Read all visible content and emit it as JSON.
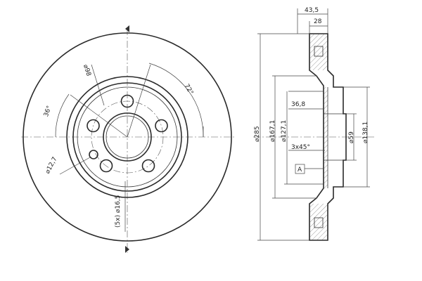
{
  "front_view": {
    "labels": {
      "pcd": "⌀98",
      "angle_72": "72°",
      "angle_36": "36°",
      "small_hole": "⌀12,7",
      "bolt_hole": "(5x) ⌀16,5"
    }
  },
  "side_view": {
    "labels": {
      "width_total": "43,5",
      "width_disc": "28",
      "hat_depth": "36,8",
      "chamfer": "3x45°",
      "datum": "A",
      "d_outer": "⌀285",
      "d_inner": "⌀167,1",
      "d_hat": "⌀127,1",
      "d_bore": "⌀59",
      "d_hub": "⌀138,1"
    }
  }
}
